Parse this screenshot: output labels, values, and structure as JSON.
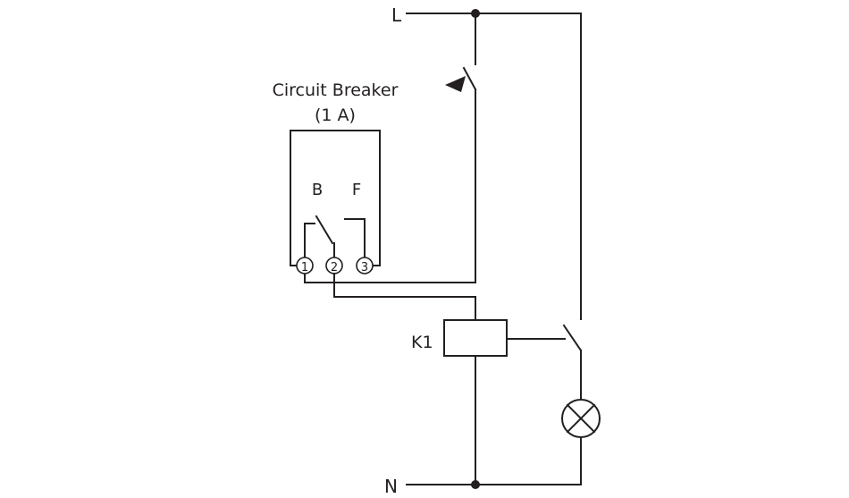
{
  "labels": {
    "line": "L",
    "neutral": "N",
    "relay": "K1"
  },
  "breaker": {
    "title_line1": "Circuit Breaker",
    "title_line2": "(1 A)",
    "contact_b": "B",
    "contact_f": "F",
    "terminal_1": "1",
    "terminal_2": "2",
    "terminal_3": "3"
  },
  "colors": {
    "ink": "#231f20",
    "background": "#ffffff"
  }
}
